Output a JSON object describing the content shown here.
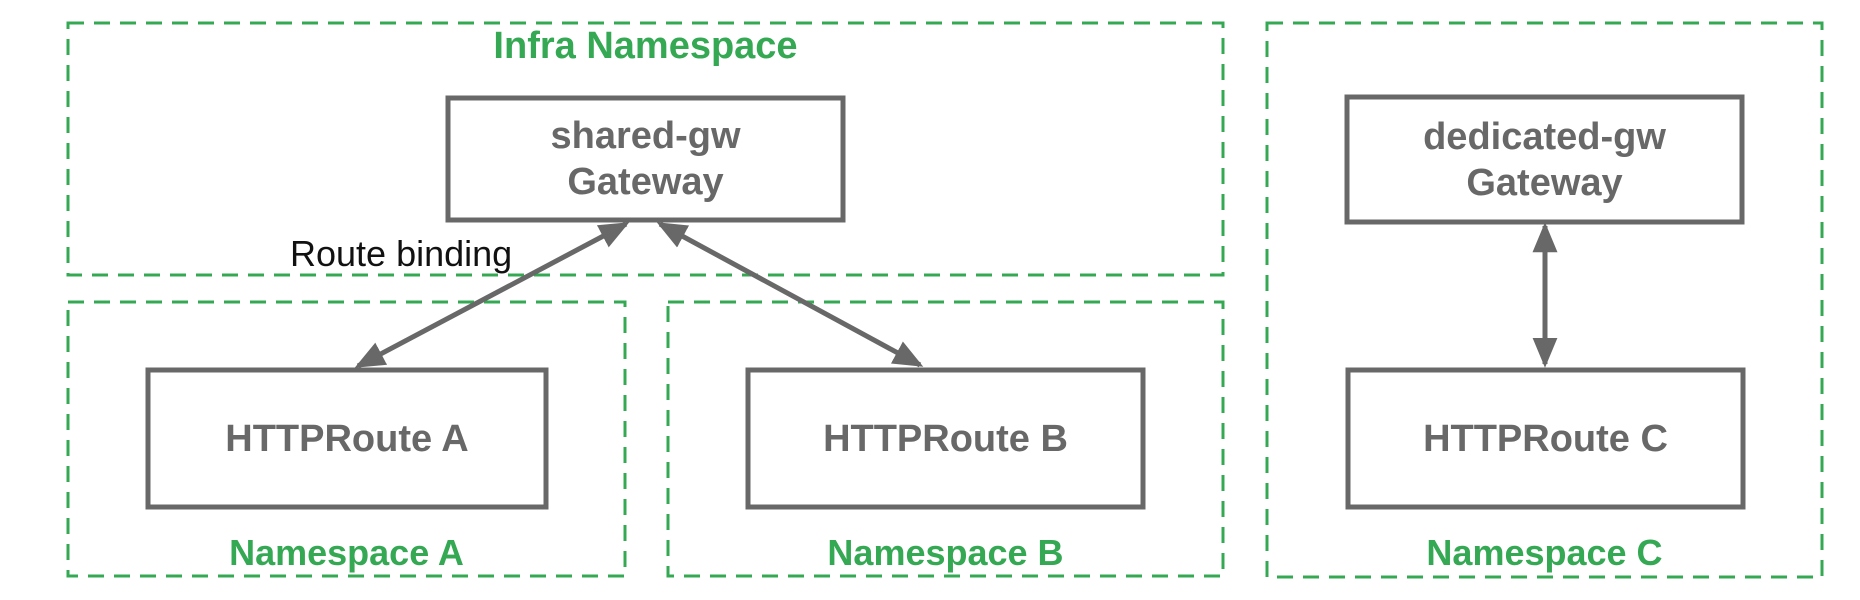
{
  "colors": {
    "namespace_green": "#34a853",
    "node_gray": "#686868",
    "annotation_black": "#111111",
    "background": "#ffffff"
  },
  "namespaces": {
    "infra": {
      "label": "Infra Namespace"
    },
    "a": {
      "label": "Namespace A"
    },
    "b": {
      "label": "Namespace B"
    },
    "c": {
      "label": "Namespace C"
    }
  },
  "nodes": {
    "shared_gw": {
      "name": "shared-gw",
      "kind": "Gateway"
    },
    "dedicated_gw": {
      "name": "dedicated-gw",
      "kind": "Gateway"
    },
    "httproute_a": {
      "label": "HTTPRoute A"
    },
    "httproute_b": {
      "label": "HTTPRoute B"
    },
    "httproute_c": {
      "label": "HTTPRoute C"
    }
  },
  "annotations": {
    "route_binding": "Route binding"
  }
}
